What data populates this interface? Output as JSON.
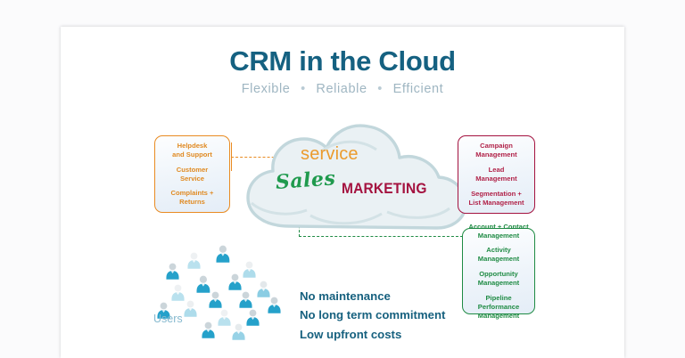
{
  "header": {
    "title": "CRM in the Cloud",
    "subtitle_words": [
      "Flexible",
      "Reliable",
      "Efficient"
    ],
    "subtitle_separator": "•"
  },
  "cloud": {
    "labels": [
      {
        "text": "service",
        "color": "#eb9b2d",
        "name": "cloud-label-service"
      },
      {
        "text": "Sales",
        "color": "#1f9a4d",
        "name": "cloud-label-sales"
      },
      {
        "text": "MARKETING",
        "color": "#a4123f",
        "name": "cloud-label-marketing"
      }
    ],
    "fill": "#eef3f6",
    "stroke": "#c4d8dd"
  },
  "boxes": {
    "service": {
      "accent": "#e98b22",
      "items": [
        "Helpdesk\nand Support",
        "Customer\nService",
        "Complaints +\nReturns"
      ]
    },
    "marketing": {
      "accent": "#a4123f",
      "items": [
        "Campaign\nManagement",
        "Lead\nManagement",
        "Segmentation +\nList Management"
      ]
    },
    "sales": {
      "accent": "#1f8b44",
      "items": [
        "Account + Contact\nManagement",
        "Activity\nManagement",
        "Opportunity\nManagement",
        "Pipeline\nPerformance\nManagement"
      ]
    }
  },
  "users": {
    "label": "Users",
    "label_color": "#86b9cf",
    "icon_name": "user-person-icon",
    "count": 17
  },
  "benefits": {
    "color": "#17617f",
    "items": [
      "No maintenance",
      "No long term commitment",
      "Low upfront costs"
    ]
  }
}
